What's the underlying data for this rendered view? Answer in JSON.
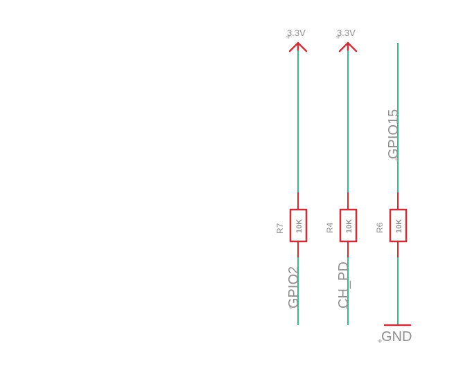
{
  "supplies": [
    {
      "label": "3.3V"
    },
    {
      "label": "3.3V"
    }
  ],
  "ground": {
    "label": "GND"
  },
  "nets": {
    "gpio2": "GPIO2",
    "ch_pd": "CH_PD",
    "gpio15": "GPIO15"
  },
  "resistors": [
    {
      "ref": "R7",
      "value": "10K"
    },
    {
      "ref": "R4",
      "value": "10K"
    },
    {
      "ref": "R6",
      "value": "10K"
    }
  ],
  "colors": {
    "wire": "#3fb591",
    "symbol": "#c7313b",
    "text": "#8f8f8f"
  }
}
